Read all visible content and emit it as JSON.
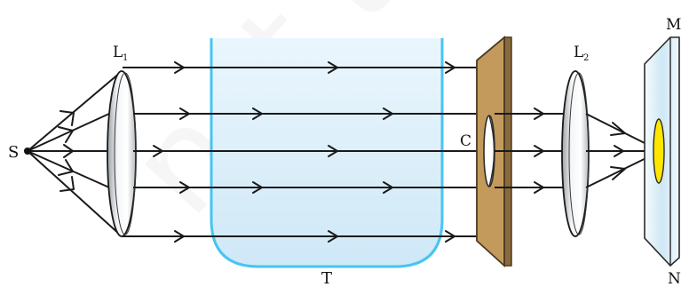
{
  "labels": {
    "source": "S",
    "lens1": "L",
    "lens1_sub": "1",
    "lens2": "L",
    "lens2_sub": "2",
    "cardboard_hole": "C",
    "tank": "T",
    "screen_top": "M",
    "screen_bottom": "N"
  },
  "watermark": "not to",
  "colors": {
    "tank_fill": "#dff0fb",
    "tank_edge": "#46c5f0",
    "cardboard": "#c49a5c",
    "cardboard_edge": "#4a3a22",
    "spot": "#ffe600",
    "screen": "#dbeef8",
    "ray": "#1a1a1a"
  }
}
